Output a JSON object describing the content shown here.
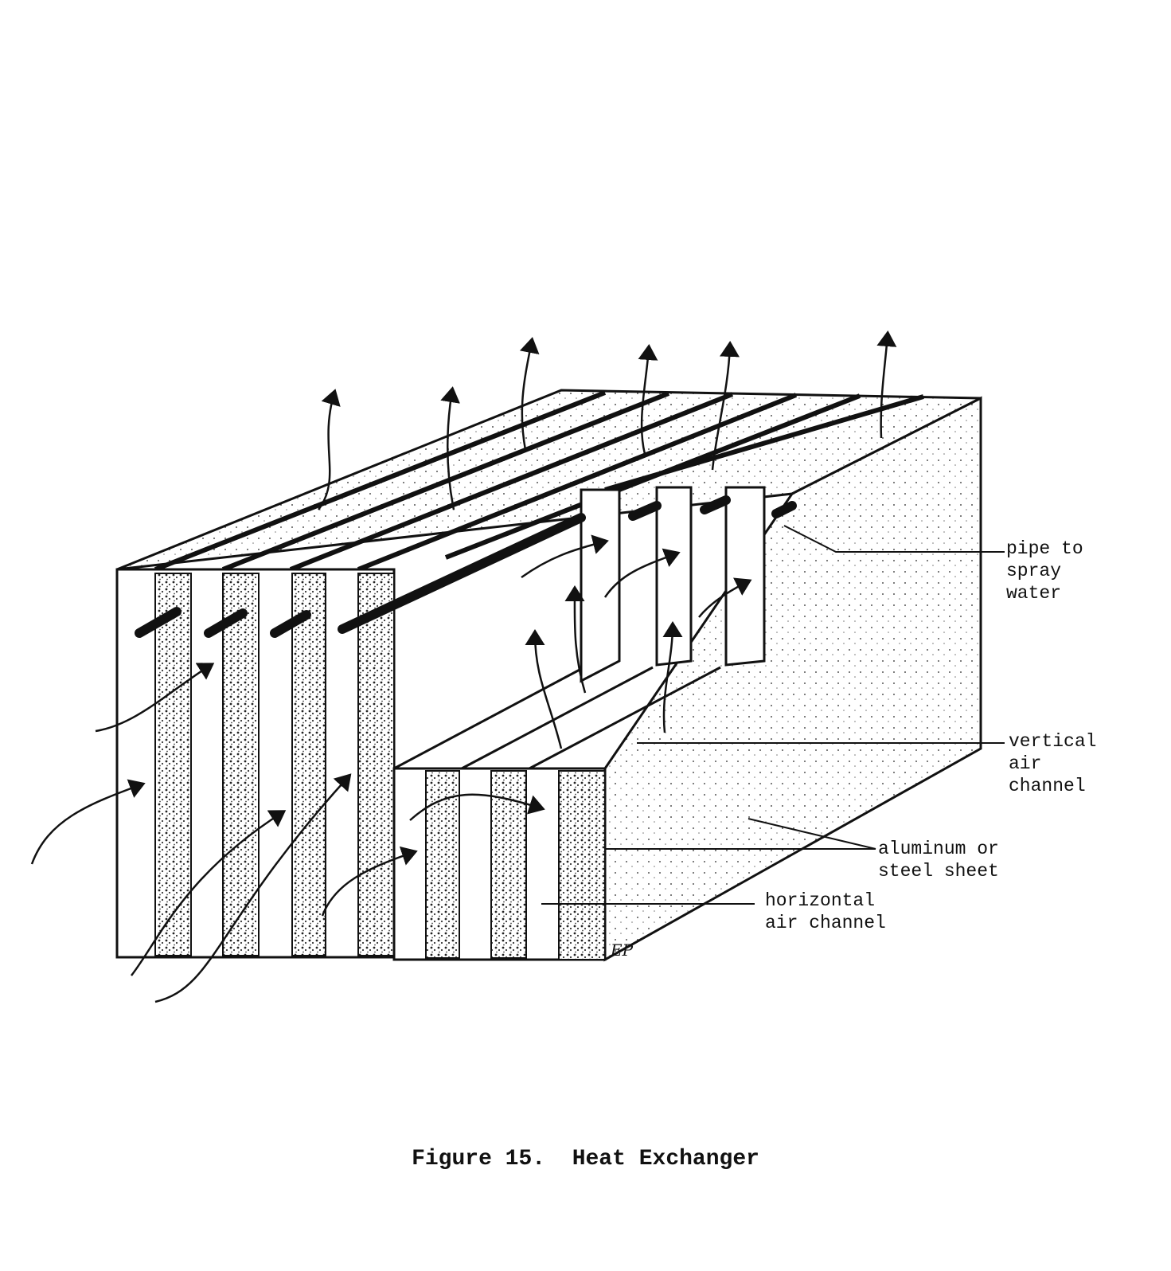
{
  "labels": {
    "pipe": [
      "pipe to",
      "spray",
      "water"
    ],
    "vertical": [
      "vertical",
      "air",
      "channel"
    ],
    "sheet": [
      "aluminum or",
      "steel sheet"
    ],
    "horizontal": [
      "horizontal",
      "air channel"
    ]
  },
  "signature": "EP",
  "caption": "Figure 15.  Heat Exchanger"
}
